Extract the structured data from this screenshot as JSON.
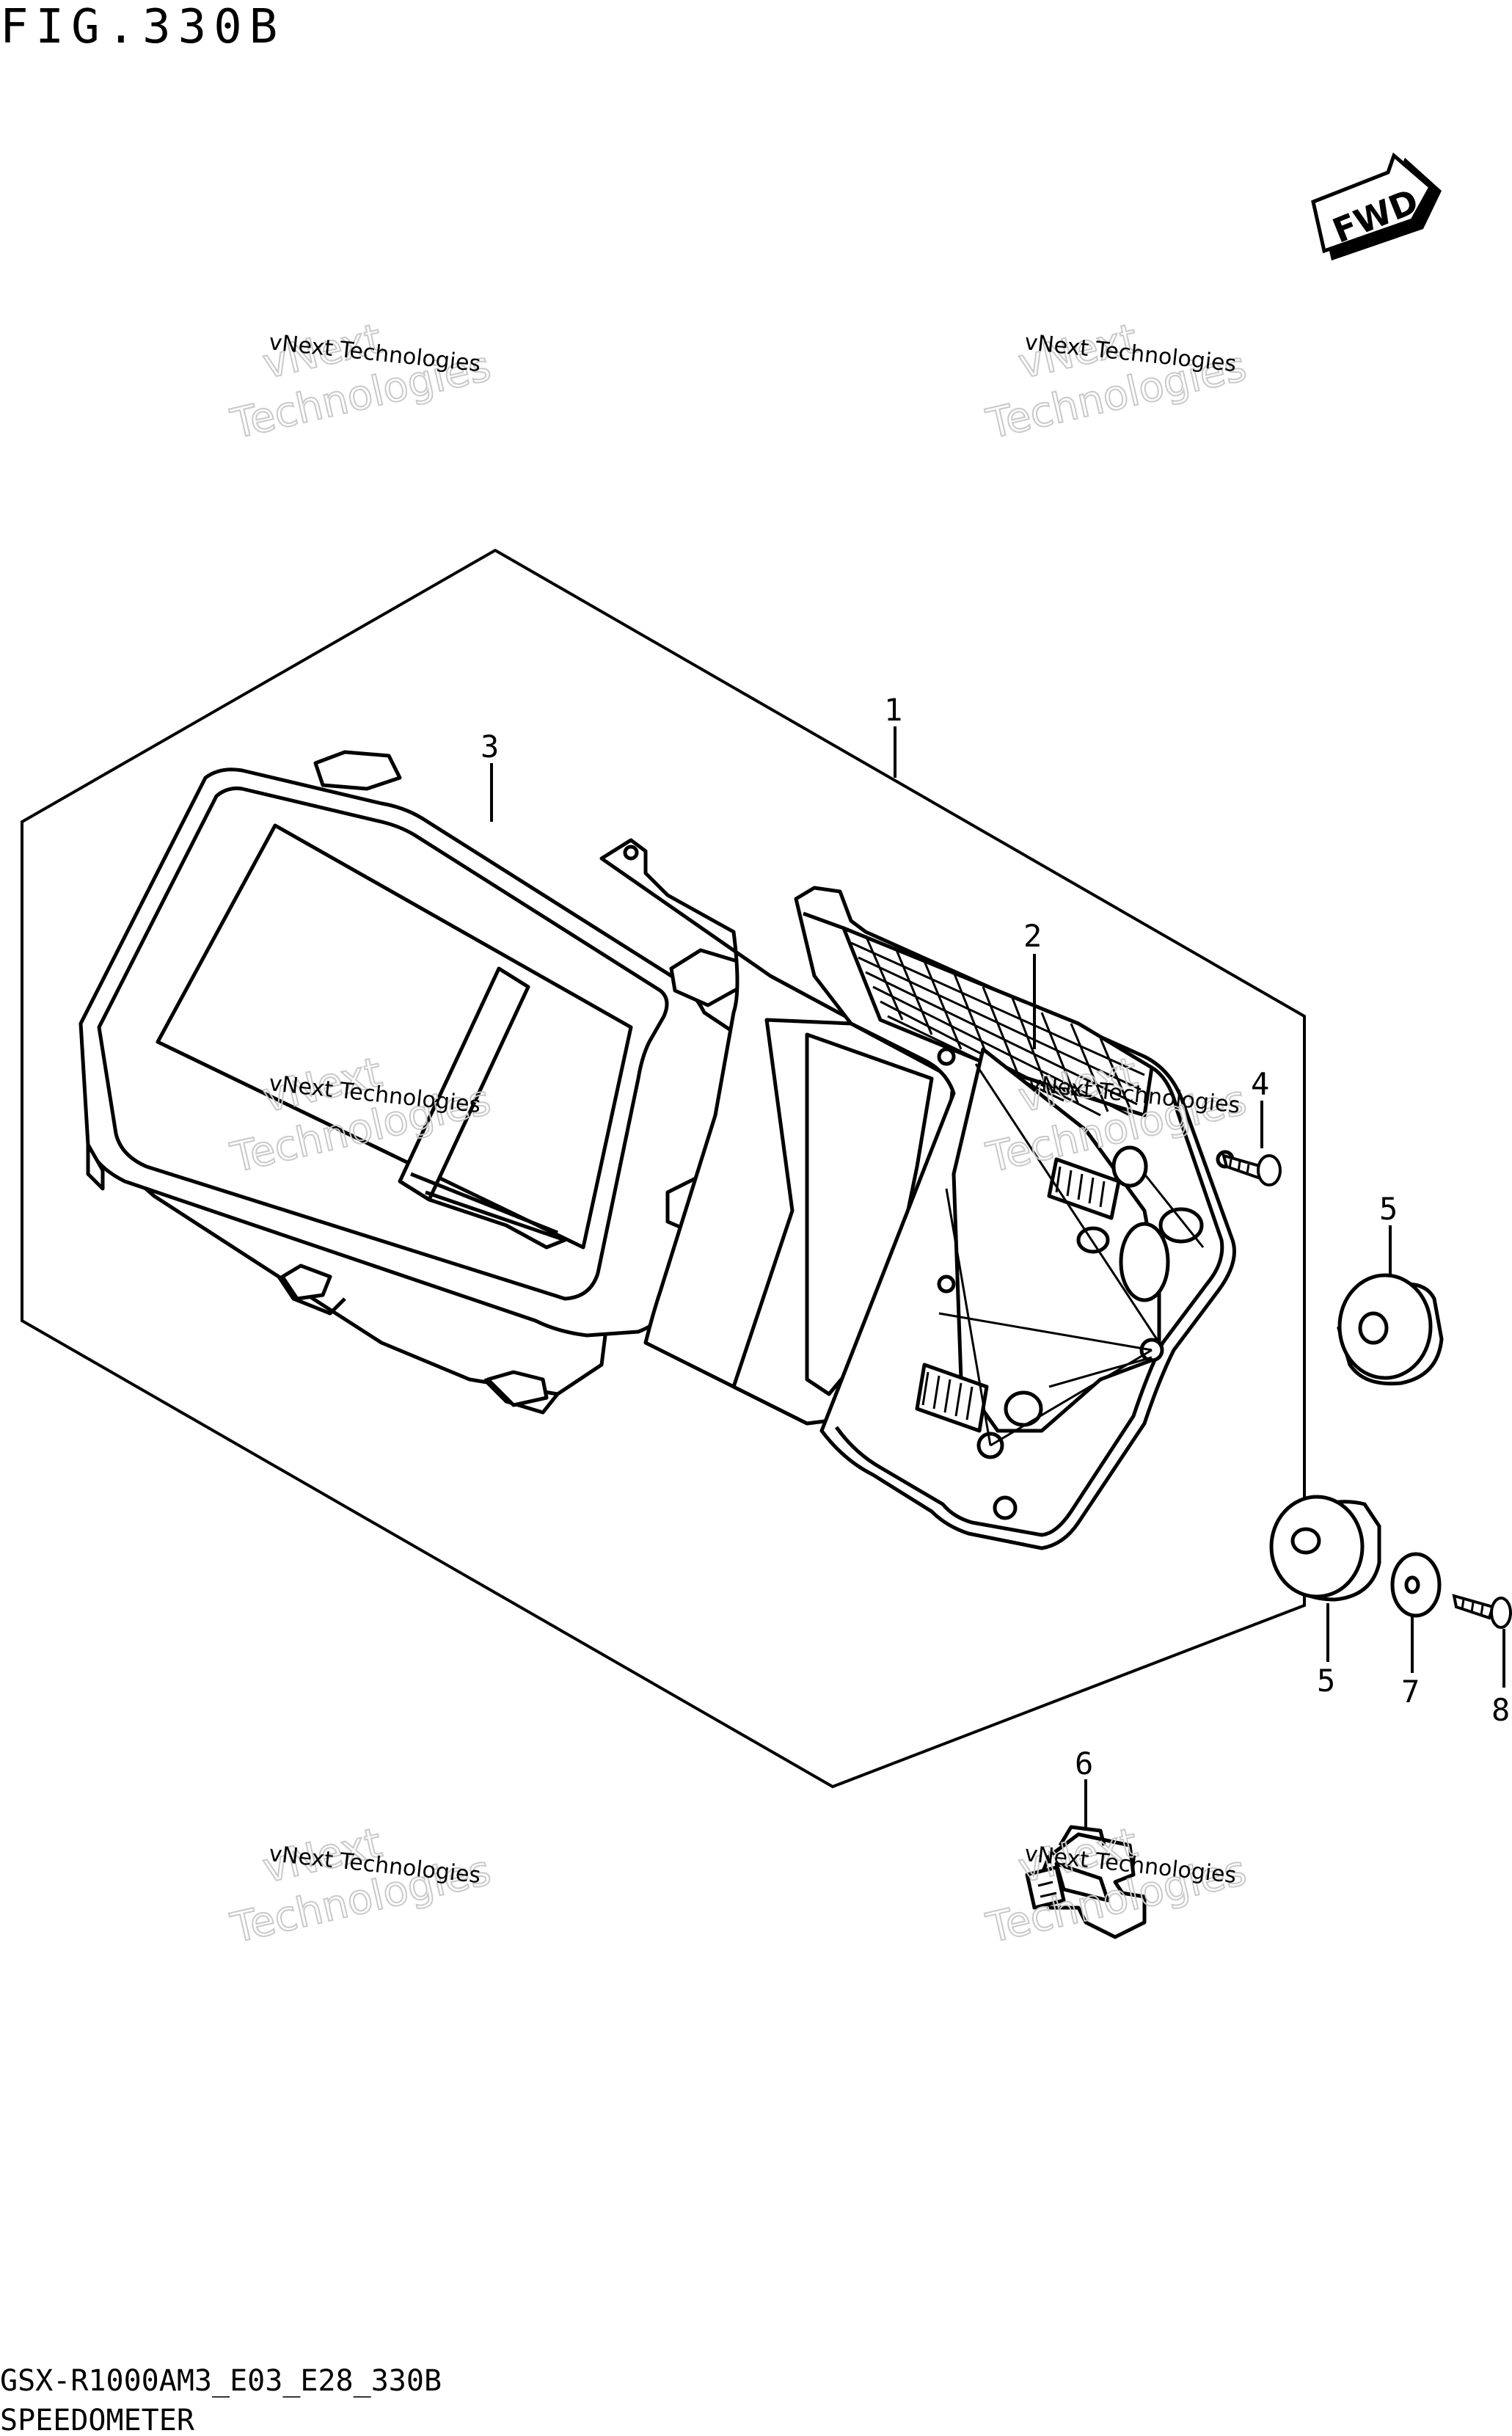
{
  "header": {
    "figure_title": "FIG.330B"
  },
  "fwd_badge": {
    "label": "FWD"
  },
  "callouts": [
    {
      "id": "1",
      "label": "1"
    },
    {
      "id": "2",
      "label": "2"
    },
    {
      "id": "3",
      "label": "3"
    },
    {
      "id": "4",
      "label": "4"
    },
    {
      "id": "5a",
      "label": "5"
    },
    {
      "id": "5b",
      "label": "5"
    },
    {
      "id": "6",
      "label": "6"
    },
    {
      "id": "7",
      "label": "7"
    },
    {
      "id": "8",
      "label": "8"
    }
  ],
  "watermark": {
    "small": "vNext Technologies",
    "big_top": "vNext",
    "big_bottom": "Technologies"
  },
  "footer": {
    "code": "GSX-R1000AM3_E03_E28_330B",
    "title": "SPEEDOMETER"
  }
}
